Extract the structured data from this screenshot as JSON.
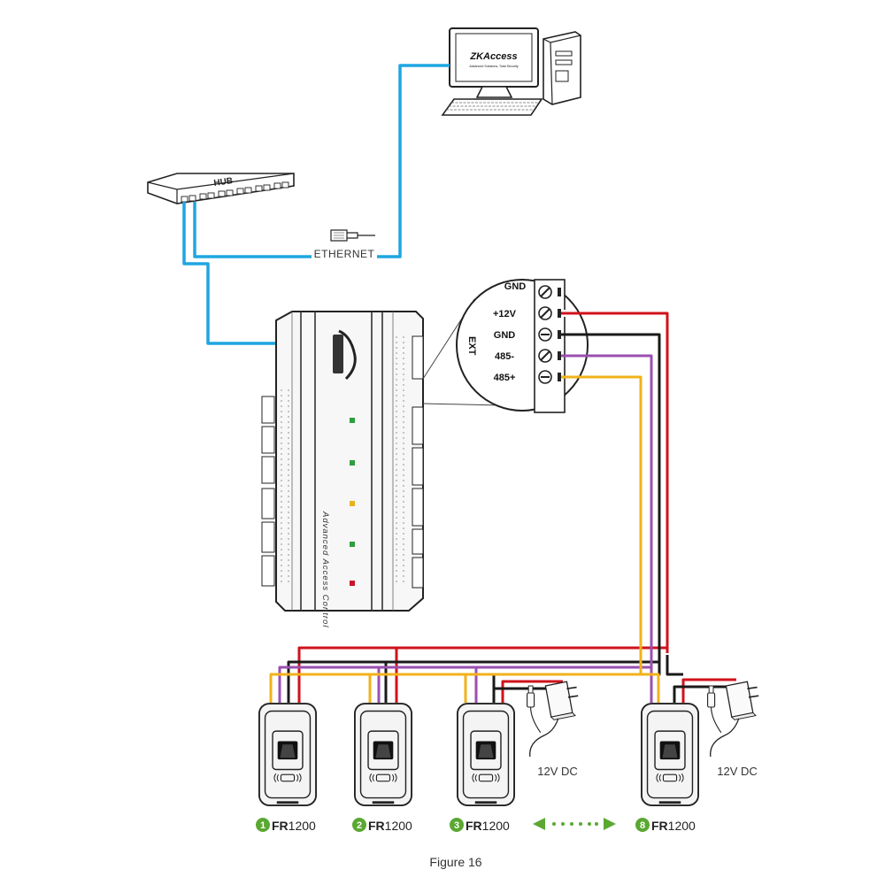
{
  "computer": {
    "screen_brand": "ZKAccess",
    "screen_tagline": "Advanced Solutions, Total Security"
  },
  "hub": {
    "label": "HUB"
  },
  "ethernet": {
    "label": "ETHERNET"
  },
  "controller": {
    "side_text": "Advanced Access Control"
  },
  "terminal": {
    "rows": [
      {
        "label": "GND"
      },
      {
        "label": "+12V"
      },
      {
        "label": "GND"
      },
      {
        "label": "485-"
      },
      {
        "label": "485+"
      }
    ],
    "group_label": "EXT"
  },
  "wire_colors": {
    "v12": "#d0121b",
    "gnd": "#1a1a1a",
    "rs485_neg": "#9b4fb0",
    "rs485_pos": "#f2b21b",
    "ethernet": "#1ea6e0"
  },
  "readers": [
    {
      "number": "1",
      "model_bold": "FR",
      "model_num": "1200"
    },
    {
      "number": "2",
      "model_bold": "FR",
      "model_num": "1200"
    },
    {
      "number": "3",
      "model_bold": "FR",
      "model_num": "1200"
    },
    {
      "number": "8",
      "model_bold": "FR",
      "model_num": "1200"
    }
  ],
  "power_supplies": [
    {
      "label": "12V DC"
    },
    {
      "label": "12V DC"
    }
  ],
  "badge_color": "#5aa832",
  "figure_caption": "Figure 16"
}
